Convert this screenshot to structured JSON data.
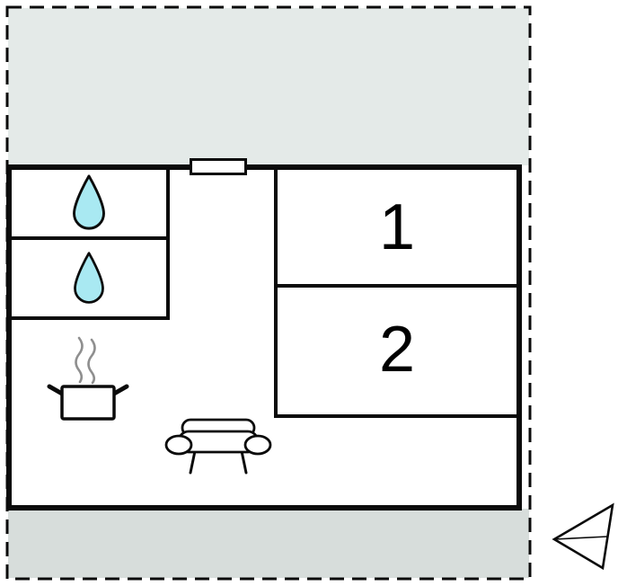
{
  "rooms": [
    {
      "label": "1"
    },
    {
      "label": "2"
    }
  ],
  "icons": {
    "bathroom_1": "water-drop-icon",
    "bathroom_2": "water-drop-icon",
    "kitchen": "cooking-pot-icon",
    "living_room": "sofa-icon",
    "entrance": "door-opening",
    "orientation": "north-arrow-icon"
  },
  "colors": {
    "wall": "#0b0b0b",
    "terrace_top": "#e4eae8",
    "terrace_bottom": "#d7dddb",
    "water_drop": "#a9e9f2",
    "steam": "#8f8f8f",
    "background": "#ffffff"
  }
}
